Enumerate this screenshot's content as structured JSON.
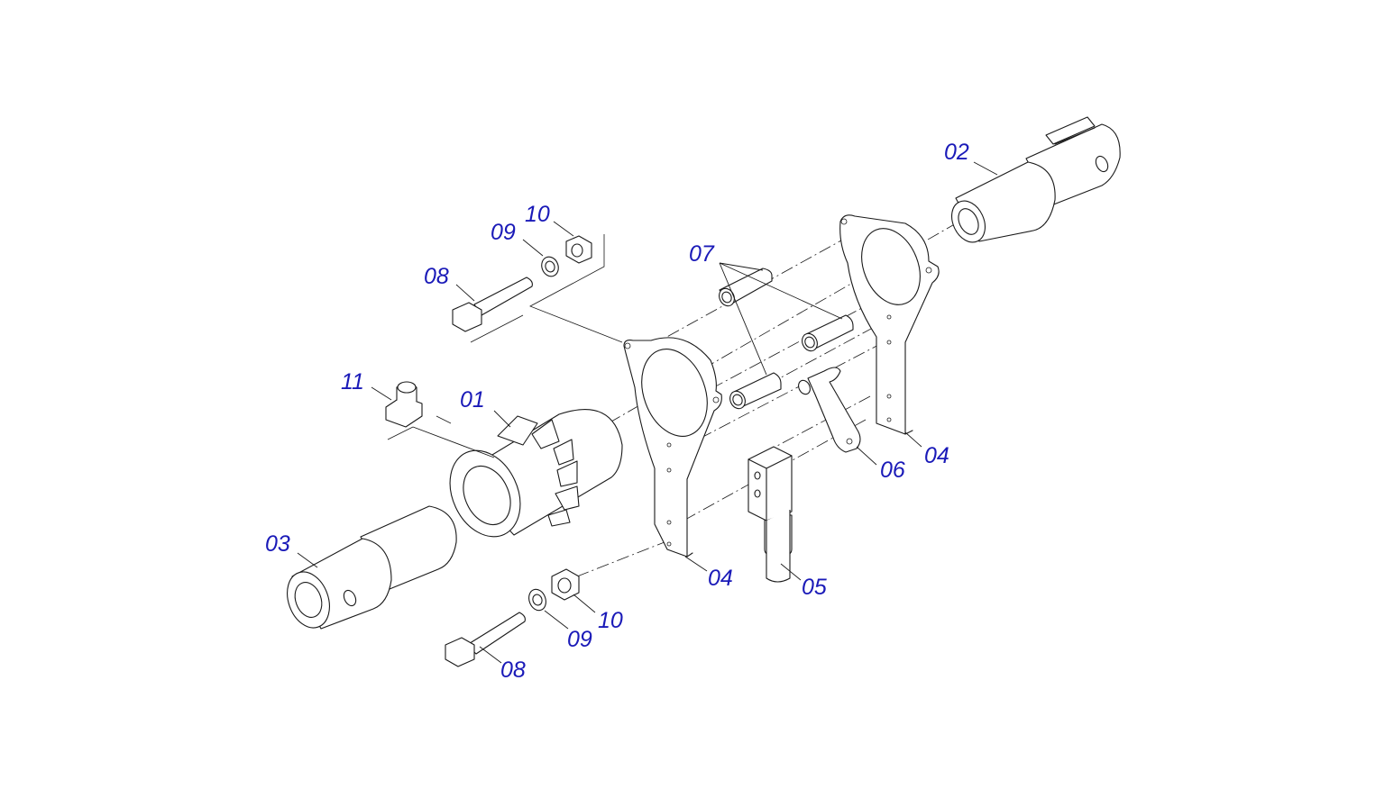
{
  "colors": {
    "label": "#1a1ab8",
    "line": "#1a1a1a",
    "background": "#ffffff"
  },
  "labels": [
    {
      "id": "lbl_02",
      "text": "02"
    },
    {
      "id": "lbl_10a",
      "text": "10"
    },
    {
      "id": "lbl_09a",
      "text": "09"
    },
    {
      "id": "lbl_07",
      "text": "07"
    },
    {
      "id": "lbl_08a",
      "text": "08"
    },
    {
      "id": "lbl_11",
      "text": "11"
    },
    {
      "id": "lbl_01",
      "text": "01"
    },
    {
      "id": "lbl_04a",
      "text": "04"
    },
    {
      "id": "lbl_06",
      "text": "06"
    },
    {
      "id": "lbl_03",
      "text": "03"
    },
    {
      "id": "lbl_04b",
      "text": "04"
    },
    {
      "id": "lbl_05",
      "text": "05"
    },
    {
      "id": "lbl_10b",
      "text": "10"
    },
    {
      "id": "lbl_09b",
      "text": "09"
    },
    {
      "id": "lbl_08b",
      "text": "08"
    }
  ]
}
